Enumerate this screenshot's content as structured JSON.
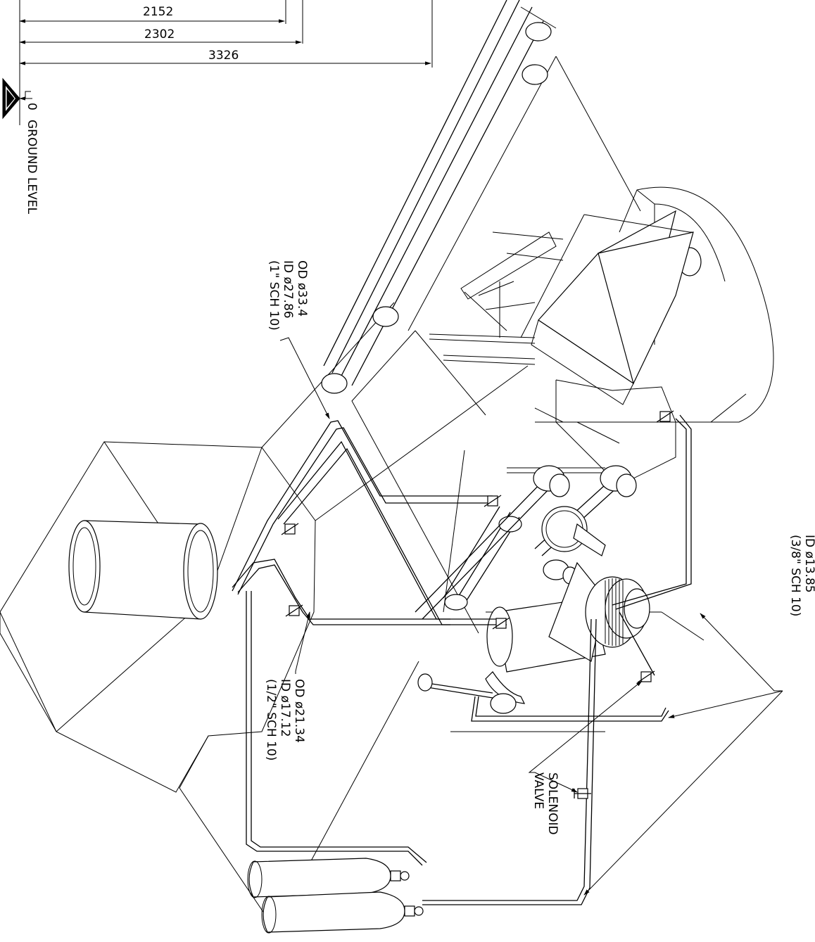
{
  "dimensions": {
    "d1": "2152",
    "d2": "2302",
    "d3": "3326"
  },
  "ground_level": {
    "value": "0",
    "text": "GROUND LEVEL"
  },
  "pipe_1in": {
    "od": "OD ø33.4",
    "id": "ID ø27.86",
    "spec": "(1\" SCH 10)"
  },
  "pipe_half_in": {
    "od": "OD ø21.34",
    "id": "ID ø17.12",
    "spec": "(1/2\" SCH 10)"
  },
  "pipe_3_8_in": {
    "id": "ID ø13.85",
    "spec": "(3/8\" SCH 10)"
  },
  "solenoid": {
    "line1": "SOLENOID",
    "line2": "VALVE"
  }
}
